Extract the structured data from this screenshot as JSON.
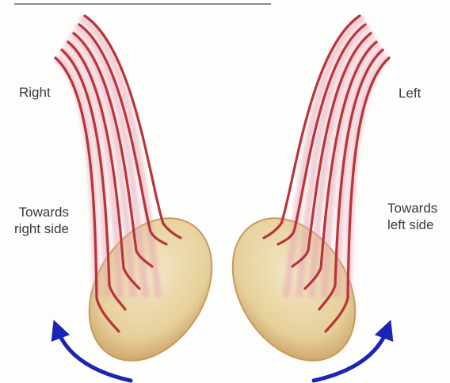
{
  "labels": {
    "right": "Right",
    "left": "Left",
    "towards_right_line1": "Towards",
    "towards_right_line2": "right side",
    "towards_left_line1": "Towards",
    "towards_left_line2": "left side"
  },
  "colors": {
    "fiber": "#b8343a",
    "fiber_glow": "#e7a7b8",
    "egg_fill": "#e8d3a2",
    "egg_edge": "#b07a4a",
    "arrow": "#1c24b5",
    "top_rule": "#8c8c8c"
  },
  "icons": {
    "rotation_arrow_right": "curved-arrow-counterclockwise-icon",
    "rotation_arrow_left": "curved-arrow-clockwise-icon"
  }
}
